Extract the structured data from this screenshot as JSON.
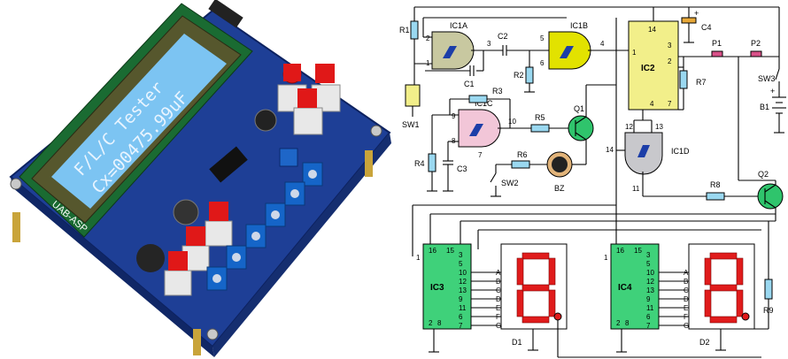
{
  "photo": {
    "lcd_line1": "F/L/C Tester",
    "lcd_line2": "Cx=00475.99uF",
    "board_text": "UAB-ASP",
    "colors": {
      "board": "#1e3f96",
      "lcd_screen": "#7cc4f2",
      "lcd_frame": "#56572d",
      "button_cap": "#e01818",
      "terminal": "#1565c8"
    }
  },
  "schematic": {
    "gates": {
      "ic1a": {
        "label": "IC1A",
        "pins": [
          "1",
          "2",
          "3"
        ]
      },
      "ic1b": {
        "label": "IC1B",
        "pins": [
          "5",
          "6",
          "4"
        ]
      },
      "ic1c": {
        "label": "IC1C",
        "pins": [
          "9",
          "8",
          "10",
          "7"
        ]
      },
      "ic1d": {
        "label": "IC1D",
        "pins": [
          "12",
          "13",
          "14",
          "11"
        ]
      }
    },
    "ic2": {
      "label": "IC2",
      "pins": [
        "14",
        "1",
        "2",
        "3",
        "4",
        "7"
      ]
    },
    "ic3": {
      "label": "IC3",
      "top_pins": [
        "16",
        "15"
      ],
      "bottom_pins": [
        "2",
        "8"
      ],
      "right_pins": [
        "3",
        "5",
        "10",
        "12",
        "13",
        "9",
        "11",
        "6",
        "7"
      ],
      "left_pins": [
        "1"
      ]
    },
    "ic4": {
      "label": "IC4",
      "top_pins": [
        "16",
        "15"
      ],
      "bottom_pins": [
        "2",
        "8"
      ],
      "right_pins": [
        "3",
        "5",
        "10",
        "12",
        "13",
        "9",
        "11",
        "6",
        "7"
      ],
      "left_pins": [
        "1"
      ]
    },
    "display_d1": {
      "label": "D1",
      "segments": [
        "A",
        "B",
        "C",
        "D",
        "E",
        "F",
        "G"
      ]
    },
    "display_d2": {
      "label": "D2",
      "segments": [
        "A",
        "B",
        "C",
        "D",
        "E",
        "F",
        "G"
      ]
    },
    "resistors": {
      "r1": "R1",
      "r2": "R2",
      "r3": "R3",
      "r4": "R4",
      "r5": "R5",
      "r6": "R6",
      "r7": "R7",
      "r8": "R8",
      "r9": "R9"
    },
    "capacitors": {
      "c1": "C1",
      "c2": "C2",
      "c3": "C3",
      "c4": "C4"
    },
    "transistors": {
      "q1": "Q1",
      "q2": "Q2"
    },
    "switches": {
      "sw1": "SW1",
      "sw2": "SW2",
      "sw3": "SW3"
    },
    "pushbuttons": {
      "p1": "P1",
      "p2": "P2"
    },
    "battery": {
      "label": "B1",
      "plus": "+",
      "minus": "-"
    },
    "buzzer": "BZ",
    "c4_plus": "+",
    "colors": {
      "gate_ic1ab": "#c8c8a0",
      "gate_ic1c": "#f2c6d8",
      "gate_ic1d": "#c8c8cc",
      "ic2": "#f2ef8a",
      "counter": "#3fd17a",
      "segment": "#e01c1c",
      "transistor": "#2fc46c",
      "resistor": "#9ad8f0",
      "pushbutton": "#d85088",
      "bz": "#e2b47a"
    }
  }
}
